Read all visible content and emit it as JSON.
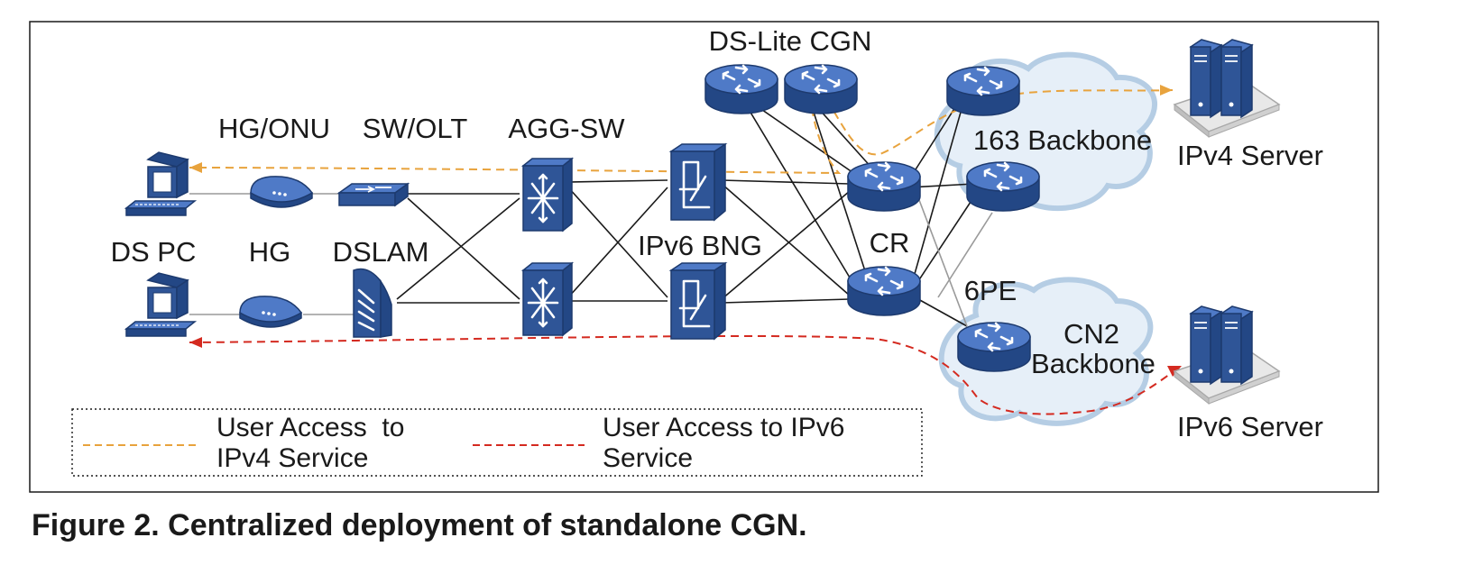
{
  "labels": {
    "ds_lite_cgn": "DS-Lite CGN",
    "hg_onu": "HG/ONU",
    "sw_olt": "SW/OLT",
    "agg_sw": "AGG-SW",
    "backbone_163": "163 Backbone",
    "ipv4_server": "IPv4 Server",
    "ds_pc": "DS PC",
    "hg": "HG",
    "dslam": "DSLAM",
    "ipv6_bng": "IPv6 BNG",
    "cr": "CR",
    "six_pe": "6PE",
    "cn2_line1": "CN2",
    "cn2_line2": "Backbone",
    "ipv6_server": "IPv6 Server"
  },
  "legend": {
    "ipv4_line1": "User Access  to",
    "ipv4_line2": "IPv4 Service",
    "ipv6_line1": "User Access to IPv6",
    "ipv6_line2": "Service"
  },
  "caption": "Figure 2. Centralized deployment of standalone CGN.",
  "colors": {
    "device": "#2f5597",
    "ipv4_path": "#e8a33d",
    "ipv6_path": "#d42a20",
    "cloud": "#dbe9f6"
  },
  "icons": {
    "pc": "desktop-computer-icon",
    "home_gateway": "home-gateway-icon",
    "access_switch": "switch-icon",
    "dslam": "dslam-icon",
    "aggregation_switch": "multilayer-switch-icon",
    "bng": "bng-icon",
    "router": "router-icon",
    "server": "server-icon",
    "cloud": "cloud-icon"
  }
}
